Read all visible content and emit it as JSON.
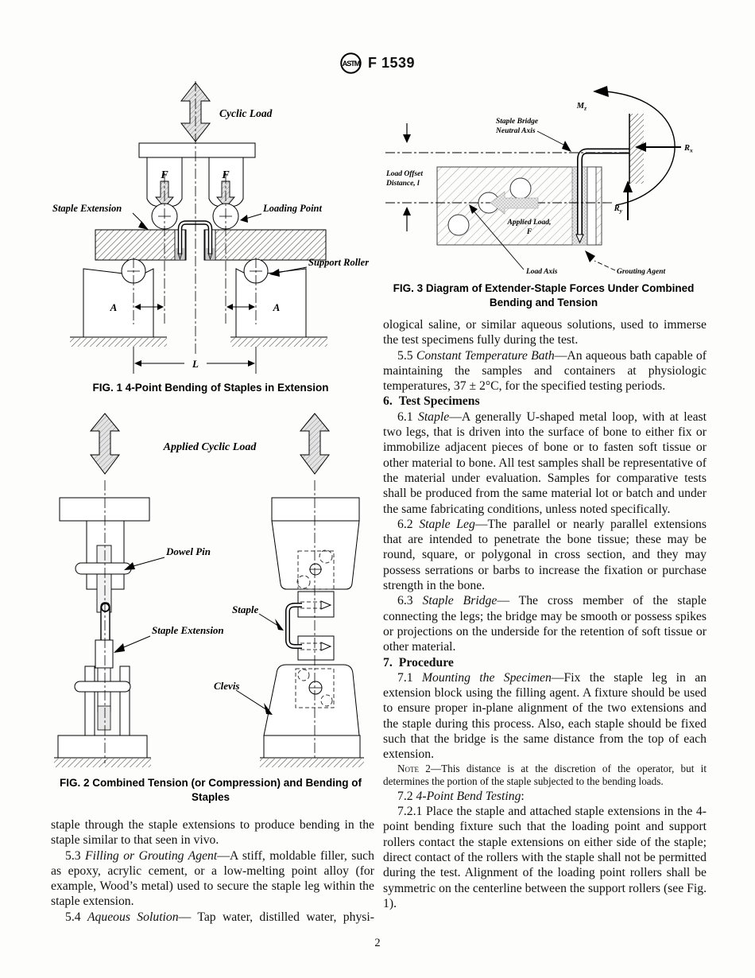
{
  "header": {
    "logo_text": "ASTM",
    "doc_code": "F 1539"
  },
  "fig1": {
    "caption_lines": [
      "FIG. 1 4-Point Bending of Staples in Extension"
    ],
    "labels": {
      "cyclic_load": "Cyclic Load",
      "force_left": "F",
      "force_right": "F",
      "staple_extension": "Staple Extension",
      "loading_point": "Loading Point",
      "support_roller": "Support Roller",
      "dim_a_left": "A",
      "dim_a_right": "A",
      "dim_span": "L"
    }
  },
  "fig2": {
    "caption_lines": [
      "FIG. 2 Combined Tension (or Compression) and Bending of",
      "Staples"
    ],
    "labels": {
      "applied_cyclic_load": "Applied Cyclic Load",
      "dowel_pin": "Dowel Pin",
      "staple_extension": "Staple Extension",
      "staple": "Staple",
      "clevis": "Clevis"
    }
  },
  "fig3": {
    "caption_lines": [
      "FIG. 3 Diagram of Extender-Staple Forces Under Combined",
      "Bending and Tension"
    ],
    "labels": {
      "moment": "M",
      "moment_sub": "z",
      "staple_bridge_1": "Staple Bridge",
      "staple_bridge_2": "Neutral Axis",
      "reaction_x": "R",
      "reaction_x_sub": "x",
      "reaction_y": "R",
      "reaction_y_sub": "y",
      "load_offset_1": "Load Offset",
      "load_offset_2": "Distance, l",
      "applied_load_1": "Applied Load,",
      "applied_load_2": "F",
      "load_axis": "Load Axis",
      "grouting_agent": "Grouting Agent"
    }
  },
  "left_column": {
    "p_cont": "staple through the staple extensions to produce bending in the staple similar to that seen in vivo.",
    "p53": {
      "num": "5.3 ",
      "term": "Filling or Grouting Agent",
      "text": "—A stiff, moldable filler, such as epoxy, acrylic cement, or a low-melting point alloy (for example, Wood’s metal) used to secure the staple leg within the staple extension."
    },
    "p54": {
      "num": "5.4 ",
      "term": "Aqueous Solution",
      "text": "— Tap water, distilled water, physi-"
    }
  },
  "right_column": {
    "p_cont": "ological saline, or similar aqueous solutions, used to immerse the test specimens fully during the test.",
    "p55": {
      "num": "5.5 ",
      "term": "Constant Temperature Bath",
      "text": "—An aqueous bath capable of maintaining the samples and containers at physiologic temperatures, 37 ± 2°C, for the specified testing periods."
    },
    "h6": {
      "num": "6.",
      "title": "Test Specimens"
    },
    "p61": {
      "num": "6.1 ",
      "term": "Staple",
      "text": "—A generally U-shaped metal loop, with at least two legs, that is driven into the surface of bone to either fix or immobilize adjacent pieces of bone or to fasten soft tissue or other material to bone. All test samples shall be representative of the material under evaluation. Samples for comparative tests shall be produced from the same material lot or batch and under the same fabricating conditions, unless noted specifically."
    },
    "p62": {
      "num": "6.2 ",
      "term": "Staple Leg",
      "text": "—The parallel or nearly parallel extensions that are intended to penetrate the bone tissue; these may be round, square, or polygonal in cross section, and they may possess serrations or barbs to increase the fixation or purchase strength in the bone."
    },
    "p63": {
      "num": "6.3 ",
      "term": "Staple Bridge",
      "text": "— The cross member of the staple connecting the legs; the bridge may be smooth or possess spikes or projections on the underside for the retention of soft tissue or other material."
    },
    "h7": {
      "num": "7.",
      "title": "Procedure"
    },
    "p71": {
      "num": "7.1 ",
      "term": "Mounting the Specimen",
      "text": "—Fix the staple leg in an extension block using the filling agent. A fixture should be used to ensure proper in-plane alignment of the two extensions and the staple during this process. Also, each staple should be fixed such that the bridge is the same distance from the top of each extension."
    },
    "note2": {
      "label": "Note 2",
      "text": "—This distance is at the discretion of the operator, but it determines the portion of the staple subjected to the bending loads."
    },
    "p72": {
      "num": "7.2 ",
      "term": "4-Point Bend Testing",
      "text": ":"
    },
    "p721": {
      "num": "7.2.1 ",
      "text": "Place the staple and attached staple extensions in the 4-point bending fixture such that the loading point and support rollers contact the staple extensions on either side of the staple; direct contact of the rollers with the staple shall not be permitted during the test. Alignment of the loading point rollers shall be symmetric on the centerline between the support rollers (see Fig. 1)."
    }
  },
  "footer": {
    "page_number": "2"
  }
}
